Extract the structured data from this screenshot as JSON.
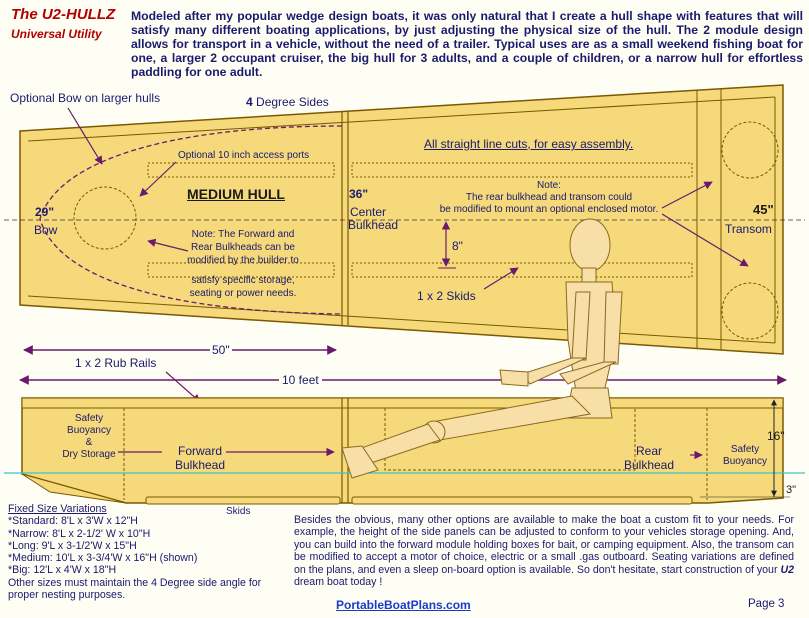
{
  "header": {
    "title": "The U2-HULLZ",
    "subtitle": "Universal Utility",
    "intro": "Modeled after my popular wedge design boats, it was only natural that I create a hull shape with features that will satisfy many different boating applications, by just adjusting the physical size of the hull. The 2 module design allows for transport in a vehicle, without the need of a trailer. Typical uses are as a small weekend fishing boat for one, a larger 2 occupant cruiser, the big hull for 3 adults, and a couple of children, or a narrow hull for effortless paddling for one  adult."
  },
  "labels": {
    "optional_bow": "Optional Bow on larger hulls",
    "degree_sides_num": "4",
    "degree_sides_text": "Degree Sides",
    "access_ports": "Optional 10 inch access ports",
    "straight_cuts": "All straight line cuts, for easy assembly.",
    "medium_hull": "MEDIUM HULL",
    "width_29": "29\"",
    "bow": "Bow",
    "width_36": "36\"",
    "center": "Center",
    "bulkhead": "Bulkhead",
    "note_head": "Note:",
    "note_motor_1": "The rear bulkhead and transom could",
    "note_motor_2": "be modified to mount an optional enclosed motor.",
    "width_45": "45\"",
    "transom": "Transom",
    "note_fwd_1": "Note: The Forward and",
    "note_fwd_2": "Rear Bulkheads can be",
    "note_fwd_3": "modified by the builder to",
    "note_fwd_4": "satisfy specific storage,",
    "note_fwd_5": "seating or power needs.",
    "dim_8": "8\"",
    "skids_1x2": "1 x 2 Skids",
    "dim_50": "50\"",
    "rub_rails": "1 x 2 Rub Rails",
    "dim_10ft": "10 feet",
    "safety_1": "Safety",
    "buoyancy": "Buoyancy",
    "amp": "&",
    "dry_storage": "Dry Storage",
    "forward": "Forward",
    "rear": "Rear",
    "safety_buoyancy": "Safety Buoyancy",
    "dim_16": "16\"",
    "dim_3": "3\"",
    "skids": "Skids"
  },
  "variations": {
    "heading": "Fixed Size Variations",
    "items": [
      "*Standard: 8'L x 3'W x 12\"H",
      "*Narrow: 8'L x 2-1/2' W x 10\"H",
      "*Long: 9'L x 3-1/2'W x  15\"H",
      "*Medium: 10'L x 3-3/4'W x 16\"H (shown)",
      "*Big: 12'L x 4'W x 18\"H"
    ],
    "footer": "Other sizes must maintain the 4 Degree side angle for proper nesting purposes."
  },
  "bottom_text": {
    "body": "Besides the obvious, many other options are available to make the boat a custom fit to your needs. For example, the height of the side panels can be adjusted to conform to your vehicles storage opening.  And, you can build into the forward module holding boxes for bait, or camping equipment. Also, the transom can be modified to accept a motor of choice, electric or a small .gas outboard. Seating variations are defined on the plans, and even a sleep on-board option is available.  So don't hesitate, start construction of your",
    "u2": "U2",
    "end": "dream boat today !"
  },
  "footer": {
    "site": "PortableBoatPlans.com",
    "page": "Page  3"
  },
  "colors": {
    "wood": "#f5d97a",
    "outline": "#7a5a00",
    "arrow": "#6a1a6e",
    "text": "#1a1a6e",
    "title": "#b00000",
    "water": "#3cc6c6",
    "link": "#1a3acc"
  }
}
